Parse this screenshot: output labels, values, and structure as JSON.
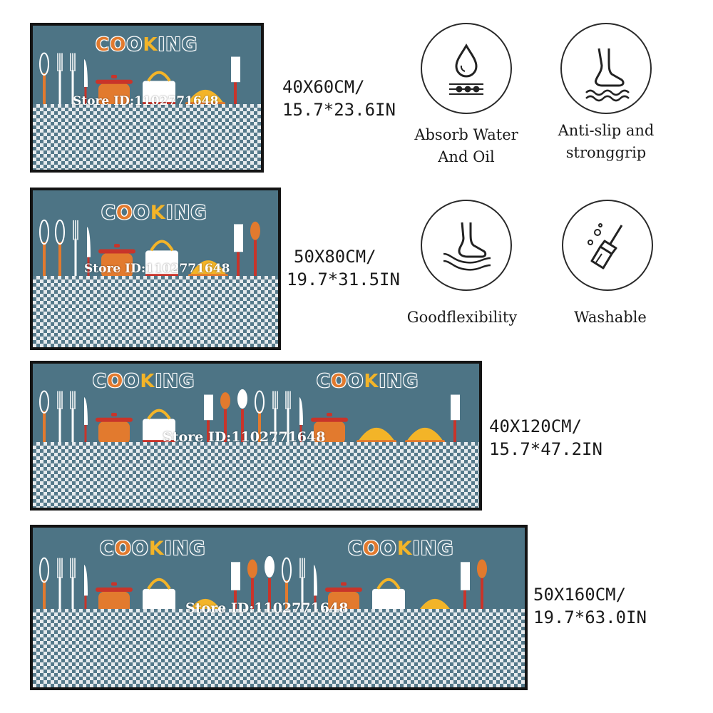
{
  "mats": [
    {
      "cooking_words": [
        [
          "C",
          "O",
          "O",
          "K",
          "I",
          "N",
          "G"
        ]
      ],
      "watermark": "Store ID:1102771648",
      "size_cm": "40X60CM/",
      "size_in": "15.7*23.6IN"
    },
    {
      "cooking_words": [
        [
          "C",
          "O",
          "O",
          "K",
          "I",
          "N",
          "G"
        ]
      ],
      "watermark": "Store ID:1102771648",
      "size_cm": "50X80CM/",
      "size_in": "19.7*31.5IN"
    },
    {
      "cooking_words": [
        [
          "C",
          "O",
          "O",
          "K",
          "I",
          "N",
          "G"
        ],
        [
          "C",
          "O",
          "O",
          "K",
          "I",
          "N",
          "G"
        ]
      ],
      "watermark": "Store ID:1102771648",
      "size_cm": "40X120CM/",
      "size_in": "15.7*47.2IN"
    },
    {
      "cooking_words": [
        [
          "C",
          "O",
          "O",
          "K",
          "I",
          "N",
          "G"
        ],
        [
          "C",
          "O",
          "O",
          "K",
          "I",
          "N",
          "G"
        ]
      ],
      "watermark": "Store ID:1102771648",
      "size_cm": "50X160CM/",
      "size_in": "19.7*63.0IN"
    }
  ],
  "features": [
    {
      "icon": "water-drop-icon",
      "line1": "Absorb Water",
      "line2": "And Oil"
    },
    {
      "icon": "anti-slip-foot-icon",
      "line1": "Anti-slip and",
      "line2": "stronggrip"
    },
    {
      "icon": "flexible-foot-icon",
      "line1": "Goodflexibility",
      "line2": ""
    },
    {
      "icon": "brush-clean-icon",
      "line1": "Washable",
      "line2": ""
    }
  ],
  "colors": {
    "mat_blue": "#4d7485",
    "orange": "#e27a2e",
    "yellow": "#f3b428",
    "red": "#c8342a",
    "frame": "#141414"
  }
}
